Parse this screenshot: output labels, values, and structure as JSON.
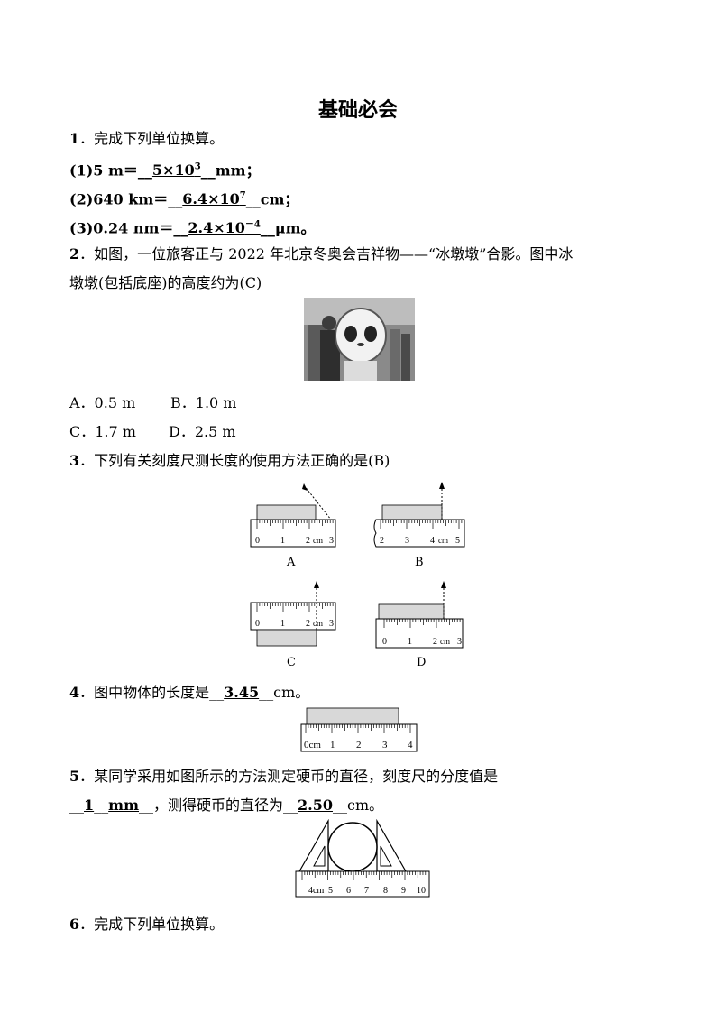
{
  "title": "基础必会",
  "q1": {
    "num": "1",
    "stem": "．完成下列单位换算。",
    "items": [
      {
        "pre": "(1)5 m＝",
        "blank_l": "__",
        "ans": "5×10",
        "exp": "3",
        "blank_r": "__",
        "unit": "mm；"
      },
      {
        "pre": "(2)640 km＝",
        "blank_l": "__",
        "ans": "6.4×10",
        "exp": "7",
        "blank_r": "__",
        "unit": "cm；"
      },
      {
        "pre": "(3)0.24 nm＝",
        "blank_l": "__",
        "ans": "2.4×10",
        "exp": "－4",
        "blank_r": "__",
        "unit": "μm。"
      }
    ]
  },
  "q2": {
    "num": "2",
    "stem_line1": "．如图，一位旅客正与 2022 年北京冬奥会吉祥物——“冰墩墩”合影。图中冰",
    "stem_line2": "墩墩(包括底座)的高度约为(C)",
    "options": [
      "A．0.5 m",
      "B．1.0 m",
      "C．1.7 m",
      "D．2.5 m"
    ]
  },
  "q3": {
    "num": "3",
    "stem": "．下列有关刻度尺测长度的使用方法正确的是(B)",
    "fig_labels": [
      "A",
      "B",
      "C",
      "D"
    ],
    "ruler_ticks": [
      "0",
      "1",
      "2",
      "cm",
      "3",
      "4",
      "5"
    ]
  },
  "q4": {
    "num": "4",
    "stem_pre": "．图中物体的长度是",
    "ans": "3.45",
    "unit": "cm。",
    "ruler_ticks": [
      "0cm",
      "1",
      "2",
      "3",
      "4"
    ]
  },
  "q5": {
    "num": "5",
    "stem_line1": "．某同学采用如图所示的方法测定硬币的直径，刻度尺的分度值是",
    "ans1_num": "1",
    "ans1_unit": "mm",
    "mid": "，测得硬币的直径为",
    "ans2": "2.50",
    "unit": "cm。",
    "ruler_ticks": [
      "4cm",
      "5",
      "6",
      "7",
      "8",
      "9",
      "10"
    ]
  },
  "q6": {
    "num": "6",
    "stem": "．完成下列单位换算。"
  }
}
